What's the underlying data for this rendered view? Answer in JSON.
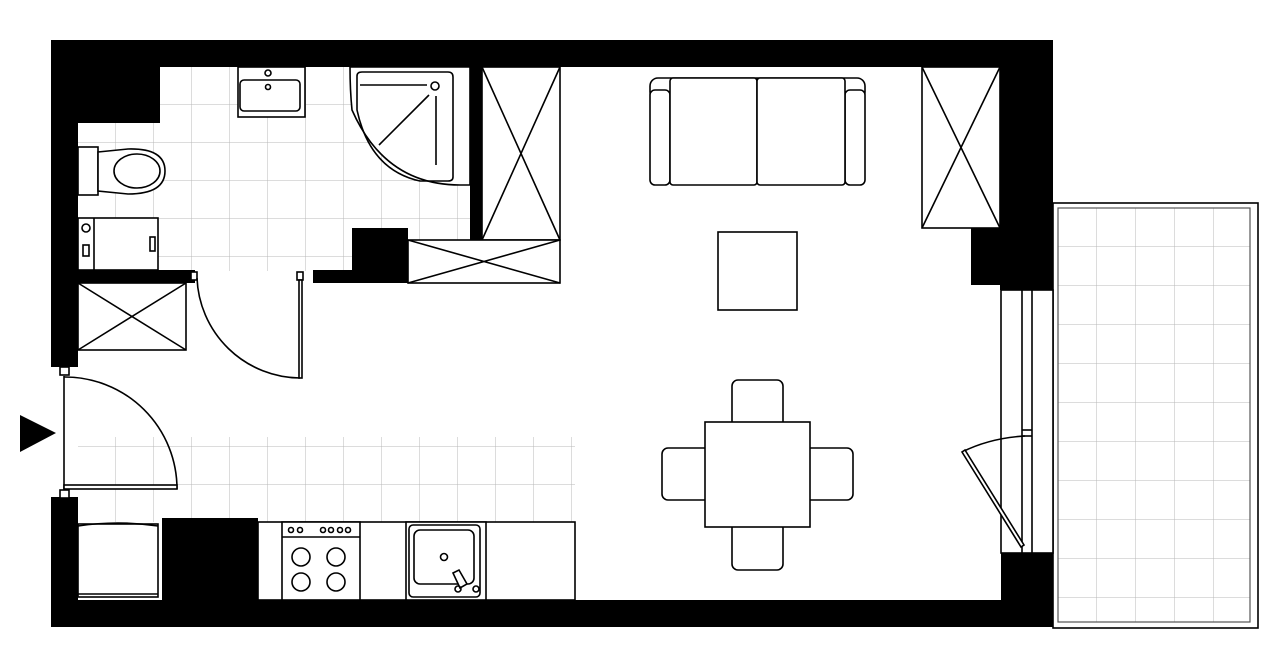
{
  "plan": {
    "colors": {
      "wall": "#000000",
      "floor": "#ffffff",
      "tile_grid": "#b8b8b8",
      "line": "#000000"
    },
    "rooms": [
      "bathroom",
      "hall",
      "kitchen",
      "living-room",
      "balcony"
    ],
    "icons": [
      "entrance-arrow-icon",
      "toilet-icon",
      "washing-machine-icon",
      "washbasin-icon",
      "shower-icon",
      "wardrobe-icon",
      "sofa-icon",
      "coffee-table-icon",
      "dining-table-icon",
      "chair-icon",
      "stove-icon",
      "kitchen-sink-icon",
      "fridge-icon",
      "door-icon",
      "window-icon"
    ]
  }
}
